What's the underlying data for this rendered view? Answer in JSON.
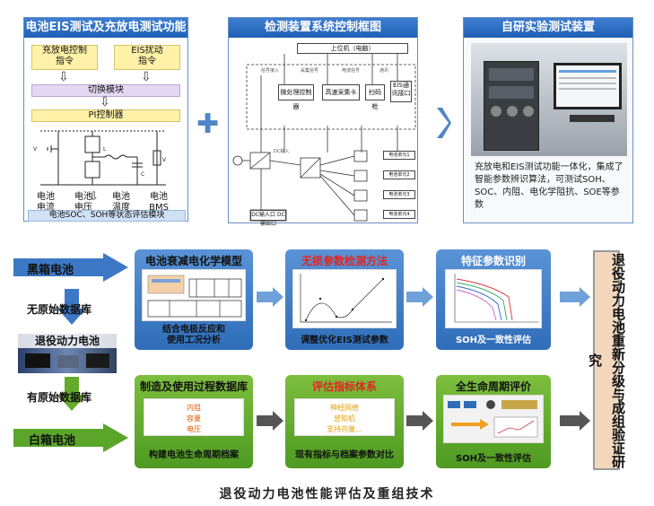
{
  "panel_eis": {
    "title": "电池EIS测试及充放电测试功能",
    "cmd_charge": "充放电控制\n指令",
    "cmd_eis": "EIS扰动\n指令",
    "switch_module": "切换模块",
    "pi_controller": "PI控制器",
    "labels": [
      "电池\n电流",
      "电池\n电压",
      "电池\n温度",
      "电池\nBMS"
    ],
    "soc_bar": "电池SOC、SOH等状态评估模块"
  },
  "panel_control": {
    "title": "检测装置系统控制框图",
    "host": "上位机（电脑）",
    "boxes": [
      "微处理控制器",
      "高速采集卡",
      "扫码枪",
      "EIS通讯接口"
    ],
    "bottom_boxes": [
      "DC输入口",
      "DC输出口"
    ],
    "cells": [
      "电池单元1",
      "电池单元2",
      "电池单元3",
      "电池单元4"
    ]
  },
  "panel_device": {
    "title": "自研实验测试装置",
    "description": "充放电和EIS测试功能一体化，集成了智能参数辨识算法，可测试SOH、SOC、内阻、电化学阻抗、SOE等参数"
  },
  "left": {
    "black_box": "黑箱电池",
    "no_db": "无原始数据库",
    "retired": "退役动力电池",
    "has_db": "有原始数据库",
    "white_box": "白箱电池"
  },
  "top_row": [
    {
      "title": "电池衰减电化学模型",
      "caption": "结合电极反应和\n使用工况分析"
    },
    {
      "title": "无损参数检测方法",
      "caption": "调整优化EIS测试参数"
    },
    {
      "title": "特征参数识别",
      "caption": "SOH及一致性评估"
    }
  ],
  "bottom_row": [
    {
      "title": "制造及使用过程数据库",
      "items": [
        "内阻",
        "容量",
        "电压"
      ],
      "caption": "构建电池生命周期档案"
    },
    {
      "title": "评估指标体系",
      "items": [
        "神经网络",
        "感知机",
        "支持向量..."
      ],
      "caption": "现有指标与档案参数对比"
    },
    {
      "title": "全生命周期评价",
      "caption": "SOH及一致性评估"
    }
  ],
  "right_banner": "退役动力电池重新分级与成组验证研究",
  "footer": "退役动力电池性能评估及重组技术",
  "colors": {
    "blue": "#2f6db9",
    "green": "#4e9a22",
    "red": "#e0261f",
    "banner": "#f3d7bd"
  }
}
